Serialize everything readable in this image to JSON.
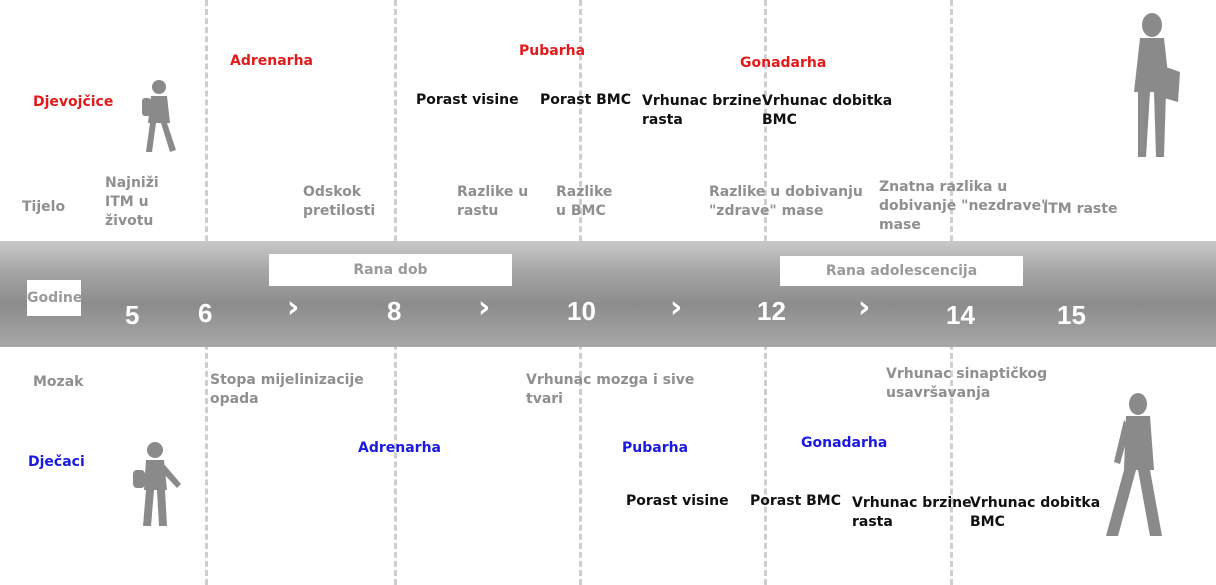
{
  "colors": {
    "girls": "#e11b1b",
    "boys": "#1a1ae0",
    "band": "#8c8c8c",
    "figure": "#8a8a8a"
  },
  "girls": {
    "label": "Djevojčice",
    "adrenarche": "Adrenarha",
    "pubarche": "Pubarha",
    "gonadarche": "Gonadarha",
    "height_growth": "Porast visine",
    "bmc_growth": "Porast BMC",
    "peak_growth_rate": "Vrhunac brzine\nrasta",
    "peak_bmc_gain": "Vrhunac dobitka\nBMC"
  },
  "body": {
    "label": "Tijelo",
    "lowest_bmi": "Najniži\nITM u\nživotu",
    "adiposity_rebound": "Odskok\npretilosti",
    "growth_differences": "Razlike u\nrastu",
    "bmc_differences": "Razlike\nu BMC",
    "healthy_mass_differences": "Razlike u dobivanju\n\"zdrave\" mase",
    "unhealthy_mass_differences": "Znatna razlika u\ndobivanje \"nezdrave\"\nmase",
    "bmi_rises": "ITM raste"
  },
  "timeline": {
    "years_label": "Godine",
    "early_age": "Rana dob",
    "early_adolescence": "Rana adolescencija",
    "ages": [
      "5",
      "6",
      "8",
      "10",
      "12",
      "14",
      "15"
    ],
    "chevron": "›"
  },
  "brain": {
    "label": "Mozak",
    "myelination": "Stopa mijelinizacije\nopada",
    "peak_gray_matter": "Vrhunac mozga i sive\ntvari",
    "synaptic_peak": "Vrhunac sinaptičkog\nusavršavanja"
  },
  "boys": {
    "label": "Dječaci",
    "adrenarche": "Adrenarha",
    "pubarche": "Pubarha",
    "gonadarche": "Gonadarha",
    "height_growth": "Porast visine",
    "bmc_growth": "Porast BMC",
    "peak_growth_rate": "Vrhunac brzine\nrasta",
    "peak_bmc_gain": "Vrhunac dobitka\nBMC"
  },
  "icons": [
    "girl-child-icon",
    "woman-icon",
    "boy-child-icon",
    "man-icon"
  ]
}
